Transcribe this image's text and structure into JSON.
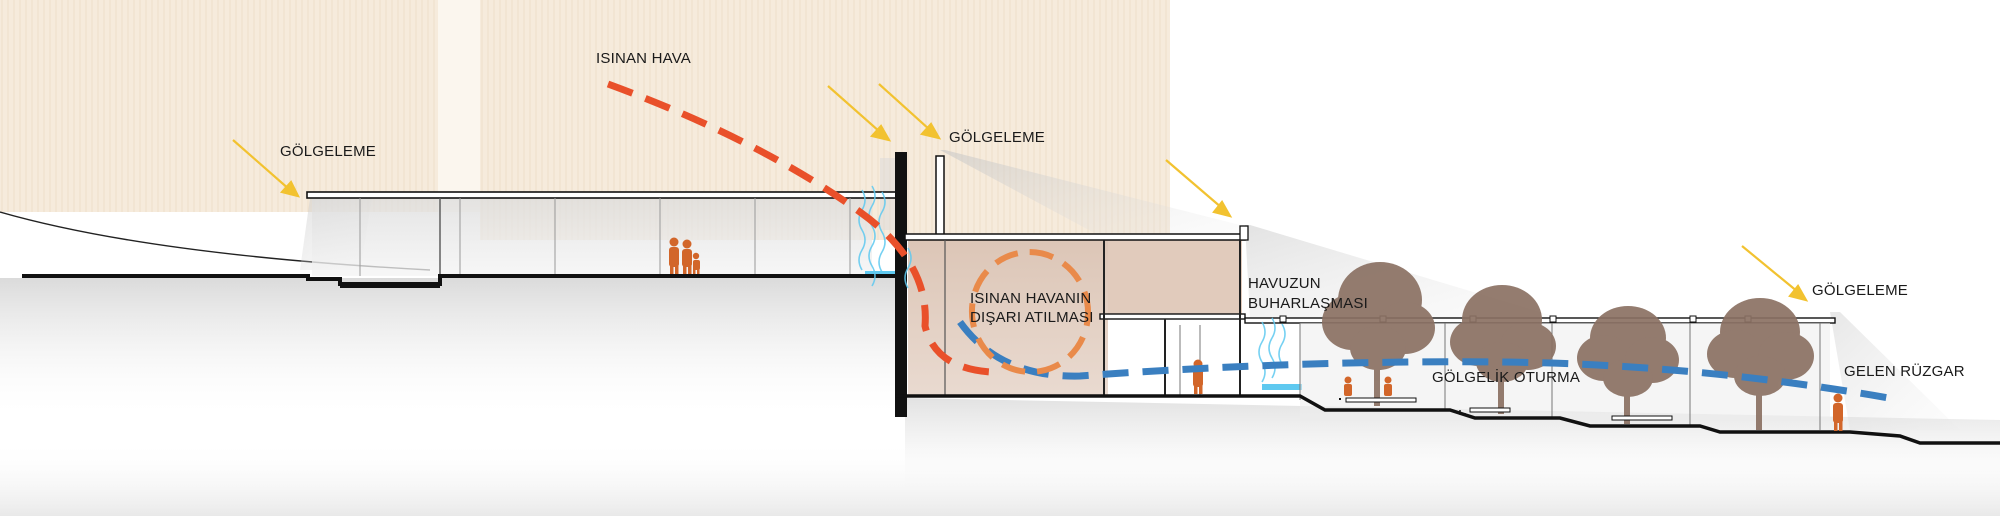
{
  "labels": {
    "warm_air": "ISINAN HAVA",
    "shading_left": "GÖLGELEME",
    "shading_center": "GÖLGELEME",
    "shading_right": "GÖLGELEME",
    "exhaust_line1": "ISINAN  HAVANIN",
    "exhaust_line2": "DIŞARI ATILMASI",
    "evap_line1": "HAVUZUN",
    "evap_line2": "BUHARLAŞMASI",
    "shaded_seating": "GÖLGELİK OTURMA",
    "incoming_wind": "GELEN RÜZGAR"
  },
  "colors": {
    "sun_arrow": "#f2c230",
    "warm_air": "#e9502a",
    "warm_air_light": "#e98a4a",
    "cool_air": "#3a7fc0",
    "water": "#5fc9f0",
    "person": "#d2662a",
    "tree": "#8b7163",
    "wood_bg": "#f6ebdc",
    "ground": "#111111"
  },
  "icons": [
    "sun-ray-arrow",
    "warm-air-flow",
    "cool-air-flow",
    "person-figure",
    "tree",
    "pool-water"
  ]
}
